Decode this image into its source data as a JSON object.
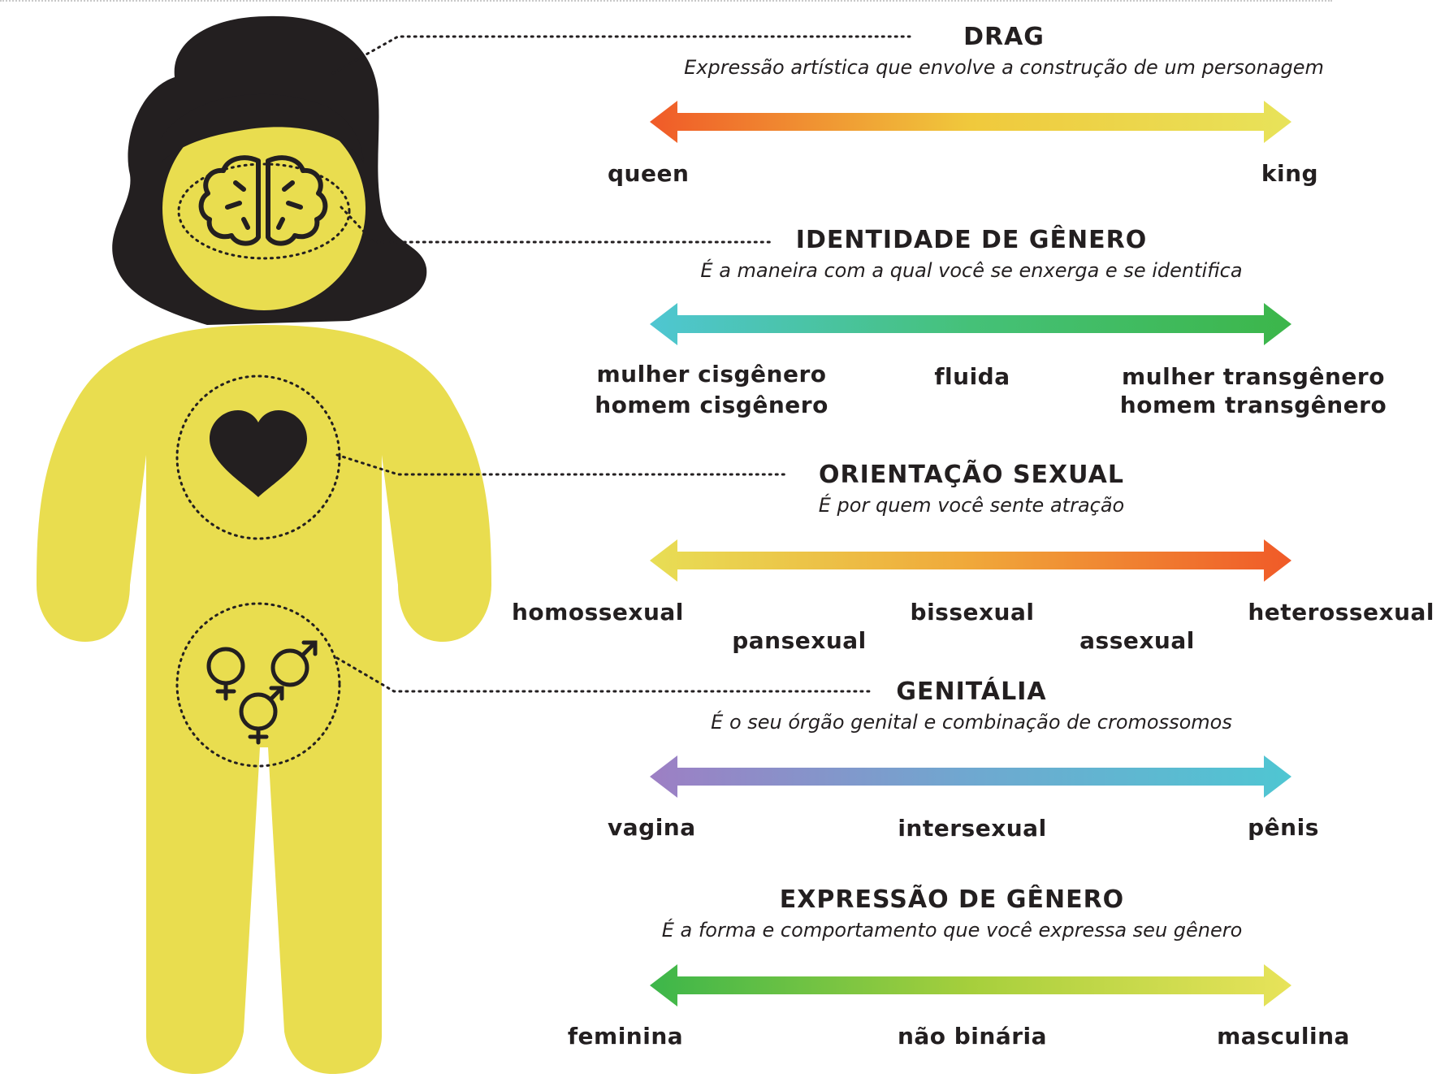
{
  "sections": [
    {
      "id": "drag",
      "title": "DRAG",
      "subtitle": "Expressão artística que envolve a construção de um personagem",
      "gradient": [
        "#f05a28",
        "#f0c93c",
        "#e8e35a"
      ],
      "labels": [
        "queen",
        "king"
      ]
    },
    {
      "id": "identity",
      "title": "IDENTIDADE DE GÊNERO",
      "subtitle": "É a maneira com a qual você se enxerga e se identifica",
      "gradient": [
        "#4fc6d2",
        "#45c178",
        "#3cb64a"
      ],
      "labels": [
        "mulher cisgênero",
        "homem cisgênero",
        "fluida",
        "mulher transgênero",
        "homem transgênero"
      ]
    },
    {
      "id": "orientation",
      "title": "ORIENTAÇÃO SEXUAL",
      "subtitle": "É por quem você sente atração",
      "gradient": [
        "#e8de55",
        "#f0a83a",
        "#f05a28"
      ],
      "labels": [
        "homossexual",
        "pansexual",
        "bissexual",
        "assexual",
        "heterossexual"
      ]
    },
    {
      "id": "genitalia",
      "title": "GENITÁLIA",
      "subtitle": "É o seu órgão genital e combinação de cromossomos",
      "gradient": [
        "#9d7fc4",
        "#6fa8d0",
        "#4fc6d2"
      ],
      "labels": [
        "vagina",
        "intersexual",
        "pênis"
      ]
    },
    {
      "id": "expression",
      "title": "EXPRESSÃO DE GÊNERO",
      "subtitle": "É a forma e comportamento que você expressa seu gênero",
      "gradient": [
        "#3cb64a",
        "#a6cf3c",
        "#e8e35a"
      ],
      "labels": [
        "feminina",
        "não binária",
        "masculina"
      ]
    }
  ],
  "colors": {
    "body": "#e9dd4f",
    "hair": "#231f20",
    "ink": "#231f20"
  },
  "icons": [
    "brain-icon",
    "heart-icon",
    "gender-symbols-icon"
  ]
}
